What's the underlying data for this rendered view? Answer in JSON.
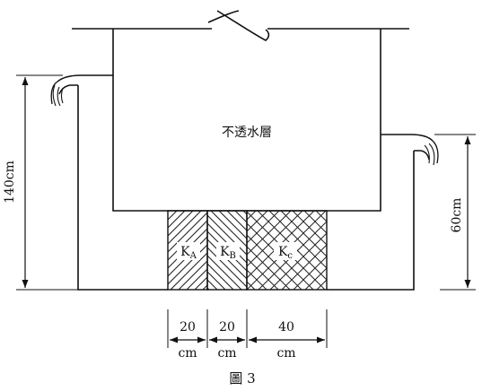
{
  "diagram": {
    "block_label": "不透水層",
    "soil_labels": {
      "a": {
        "main": "K",
        "sub": "A"
      },
      "b": {
        "main": "K",
        "sub": "B"
      },
      "c": {
        "main": "K",
        "sub": "c"
      }
    },
    "left_height_label": "140cm",
    "right_height_label": "60cm",
    "widths": [
      {
        "value": "20",
        "unit": "cm"
      },
      {
        "value": "20",
        "unit": "cm"
      },
      {
        "value": "40",
        "unit": "cm"
      }
    ],
    "caption": "圖 3"
  }
}
